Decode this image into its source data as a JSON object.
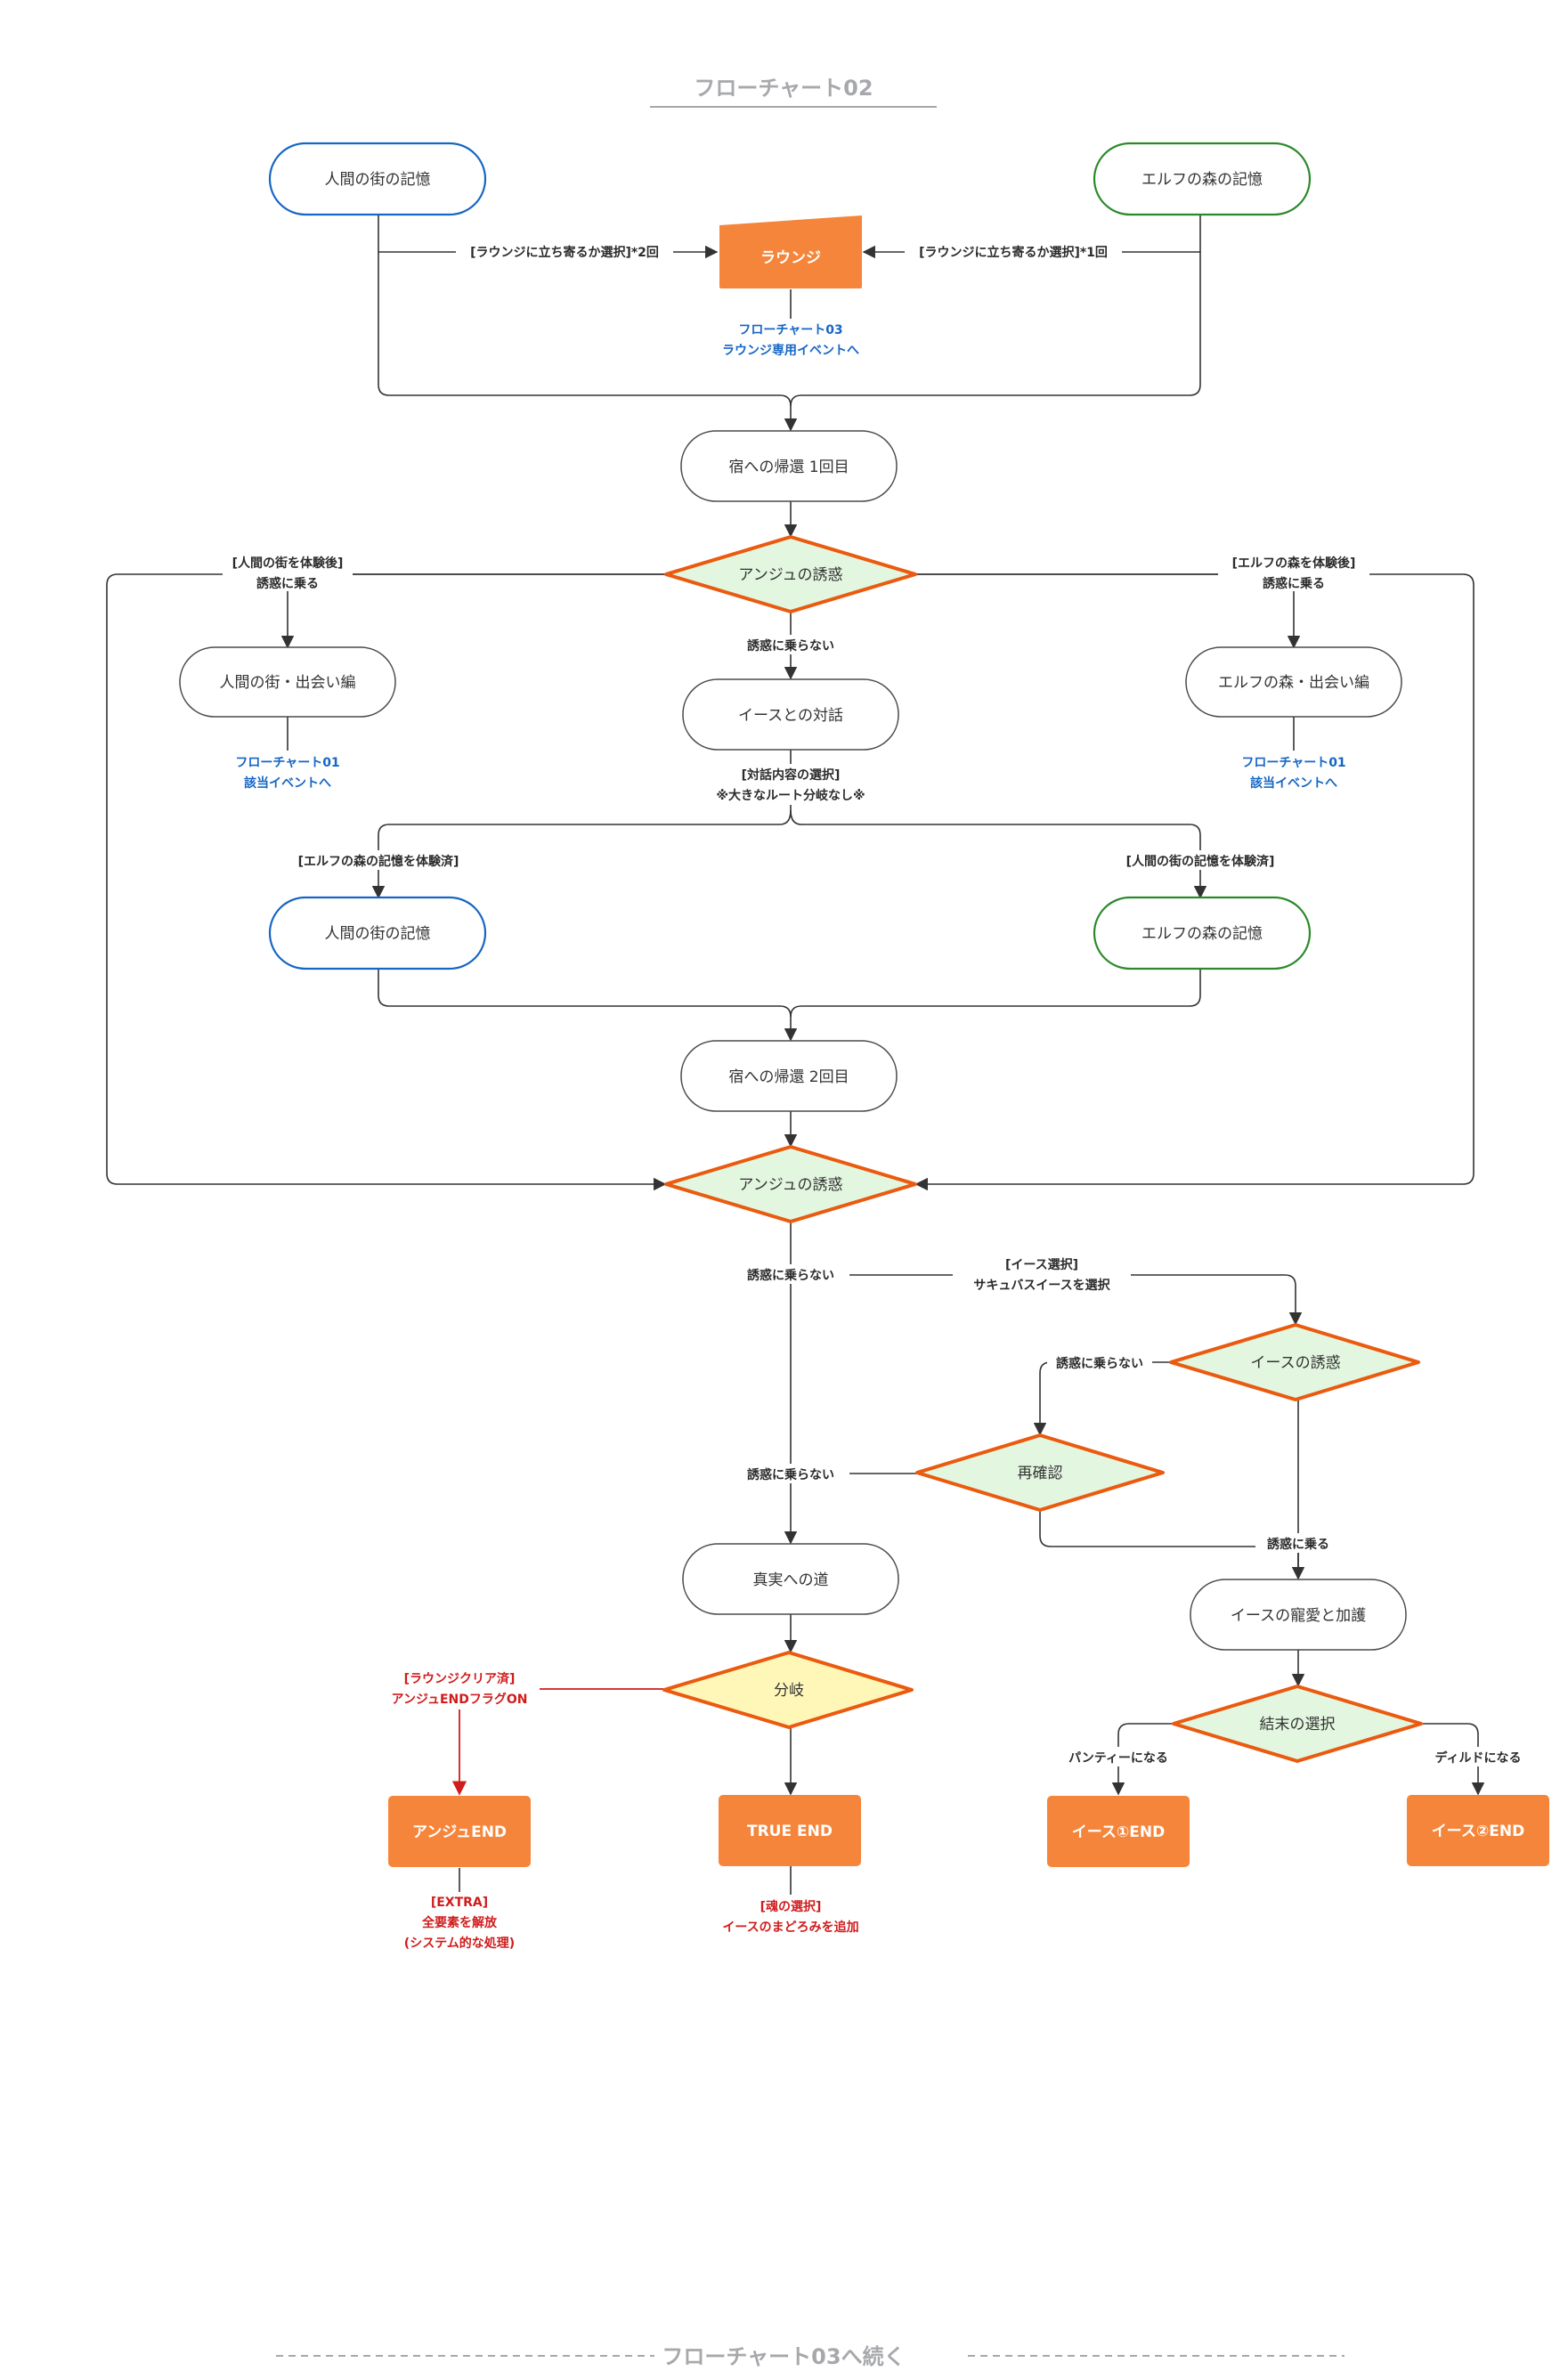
{
  "title": "フローチャート02",
  "footer": "フローチャート03へ続く",
  "colors": {
    "blue": "#1666c5",
    "green": "#2a8a2a",
    "orange": "#f5853a",
    "diamond_stroke": "#ea5a0f",
    "diamond_fill_green": "#e3f7e0",
    "diamond_fill_yellow": "#fff7b8",
    "red": "#d01c1c"
  },
  "nodes": {
    "human_memory_top": "人間の街の記憶",
    "elf_memory_top": "エルフの森の記憶",
    "lounge": "ラウンジ",
    "return_1": "宿への帰還 1回目",
    "anju_temptation_1": "アンジュの誘惑",
    "human_meeting": "人間の街・出会い編",
    "elf_meeting": "エルフの森・出会い編",
    "ys_talk": "イースとの対話",
    "human_memory_mid": "人間の街の記憶",
    "elf_memory_mid": "エルフの森の記憶",
    "return_2": "宿への帰還 2回目",
    "anju_temptation_2": "アンジュの誘惑",
    "ys_temptation": "イースの誘惑",
    "reconfirm": "再確認",
    "truth_road": "真実への道",
    "branch": "分岐",
    "ys_love": "イースの寵愛と加護",
    "ending_choice": "結末の選択",
    "anju_end": "アンジュEND",
    "true_end": "TRUE END",
    "ys_end_1": "イース①END",
    "ys_end_2": "イース②END"
  },
  "edge_labels": {
    "lounge_left": "[ラウンジに立ち寄るか選択]*2回",
    "lounge_right": "[ラウンジに立ち寄るか選択]*1回",
    "after_human_1": "[人間の街を体験後]",
    "after_human_2": "誘惑に乗る",
    "after_elf_1": "[エルフの森を体験後]",
    "after_elf_2": "誘惑に乗る",
    "no_temptation_1": "誘惑に乗らない",
    "talk_choice_1": "[対話内容の選択]",
    "talk_choice_2": "※大きなルート分岐なし※",
    "elf_done": "[エルフの森の記憶を体験済]",
    "human_done": "[人間の街の記憶を体験済]",
    "no_temptation_2": "誘惑に乗らない",
    "ys_select_1": "[イース選択]",
    "ys_select_2": "サキュバスイースを選択",
    "no_temptation_3": "誘惑に乗らない",
    "no_temptation_4": "誘惑に乗らない",
    "accept_temptation": "誘惑に乗る",
    "panty": "パンティーになる",
    "dildo": "ディルドになる"
  },
  "notes": {
    "lounge_1": "フローチャート03",
    "lounge_2": "ラウンジ専用イベントへ",
    "fc01_left_1": "フローチャート01",
    "fc01_left_2": "該当イベントへ",
    "fc01_right_1": "フローチャート01",
    "fc01_right_2": "該当イベントへ",
    "anju_flag_1": "[ラウンジクリア済]",
    "anju_flag_2": "アンジュENDフラグON",
    "extra_1": "[EXTRA]",
    "extra_2": "全要素を解放",
    "extra_3": "(システム的な処理)",
    "soul_1": "[魂の選択]",
    "soul_2": "イースのまどろみを追加"
  }
}
